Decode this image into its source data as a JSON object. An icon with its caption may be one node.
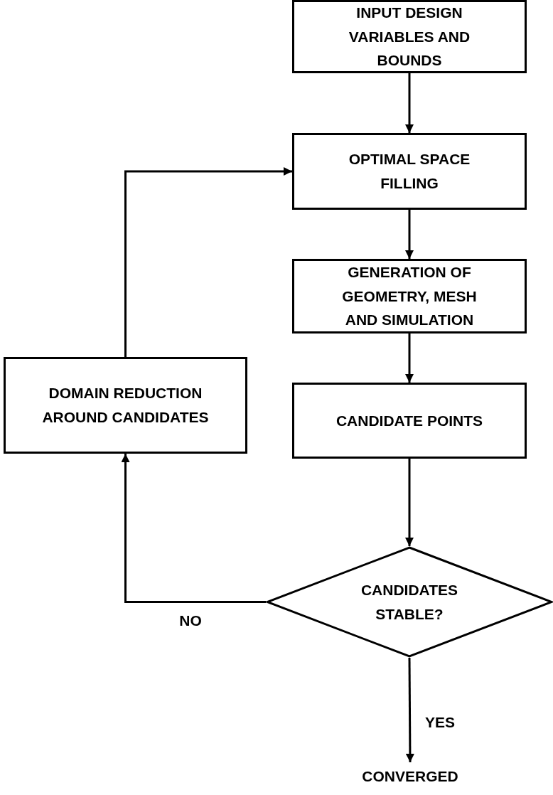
{
  "diagram": {
    "nodes": [
      {
        "text": [
          "INPUT DESIGN VARIABLES AND BOUNDS"
        ]
      },
      {
        "text": [
          "OPTIMAL SPACE FILLING"
        ]
      },
      {
        "text": [
          "GENERATION OF GEOMETRY, MESH AND SIMULATION"
        ]
      },
      {
        "text": [
          "CANDIDATE POINTS"
        ]
      },
      {
        "text": [
          "CANDIDATES STABLE?"
        ]
      },
      {
        "text": [
          "DOMAIN REDUCTION AROUND CANDIDATES"
        ]
      },
      {
        "text": [
          "CONVERGED"
        ]
      }
    ],
    "edges": [
      {
        "from": 0,
        "to": 1,
        "arrow": "to"
      },
      {
        "from": 1,
        "to": 2,
        "arrow": "to"
      },
      {
        "from": 2,
        "to": 3,
        "arrow": "to"
      },
      {
        "from": 3,
        "to": 4,
        "arrow": "to"
      },
      {
        "from": 4,
        "to": 5,
        "arrow": "to",
        "label": "NO"
      },
      {
        "from": 5,
        "to": 1,
        "arrow": "to"
      },
      {
        "from": 4,
        "to": 6,
        "arrow": "to",
        "label": "YES"
      }
    ]
  }
}
